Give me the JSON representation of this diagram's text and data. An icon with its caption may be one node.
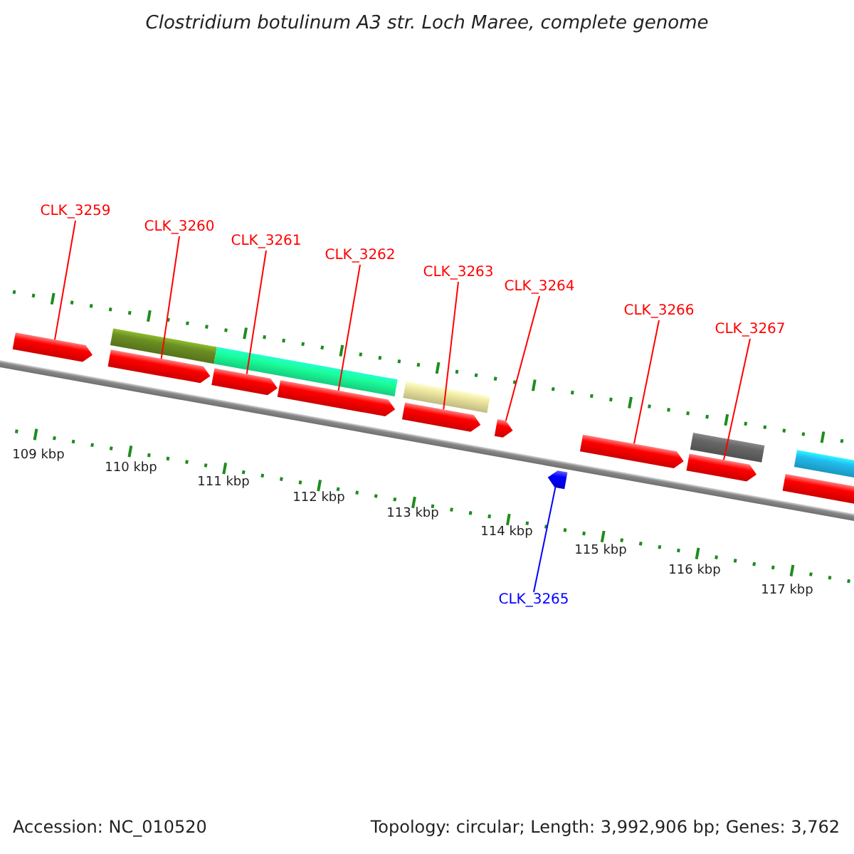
{
  "diagram": {
    "title": "Clostridium botulinum A3 str. Loch Maree, complete genome",
    "nodes": [
      {
        "text": [
          "CLK_3259"
        ]
      },
      {
        "text": [
          "CLK_3260"
        ]
      },
      {
        "text": [
          "CLK_3261"
        ]
      },
      {
        "text": [
          "CLK_3262"
        ]
      },
      {
        "text": [
          "CLK_3263"
        ]
      },
      {
        "text": [
          "CLK_3264"
        ]
      },
      {
        "text": [
          "CLK_3266"
        ]
      },
      {
        "text": [
          "CLK_3267"
        ]
      },
      {
        "text": [
          "CLK_3265"
        ]
      },
      {
        "text": [],
        "shape": "arrow"
      },
      {
        "text": [],
        "shape": "arrow"
      },
      {
        "text": [],
        "shape": "arrow"
      },
      {
        "text": [],
        "shape": "arrow"
      },
      {
        "text": [],
        "shape": "arrow"
      },
      {
        "text": [],
        "shape": "arrow"
      },
      {
        "text": [],
        "shape": "arrow"
      },
      {
        "text": [],
        "shape": "arrow"
      },
      {
        "text": [],
        "shape": "arrow"
      },
      {
        "text": [],
        "shape": "bar"
      },
      {
        "text": [],
        "shape": "bar"
      },
      {
        "text": [],
        "shape": "bar"
      },
      {
        "text": [],
        "shape": "bar"
      },
      {
        "text": [],
        "shape": "bar"
      },
      {
        "text": [],
        "shape": "bar"
      }
    ],
    "edges": [
      {
        "from": 0,
        "to": 9,
        "arrow": "none",
        "color": "#ff0000"
      },
      {
        "from": 1,
        "to": 10,
        "arrow": "none",
        "color": "#ff0000"
      },
      {
        "from": 2,
        "to": 11,
        "arrow": "none",
        "color": "#ff0000"
      },
      {
        "from": 3,
        "to": 12,
        "arrow": "none",
        "color": "#ff0000"
      },
      {
        "from": 4,
        "to": 13,
        "arrow": "none",
        "color": "#ff0000"
      },
      {
        "from": 5,
        "to": 14,
        "arrow": "none",
        "color": "#ff0000"
      },
      {
        "from": 6,
        "to": 15,
        "arrow": "none",
        "color": "#ff0000"
      },
      {
        "from": 7,
        "to": 16,
        "arrow": "none",
        "color": "#ff0000"
      },
      {
        "from": 8,
        "to": 17,
        "arrow": "none",
        "color": "#0000ff"
      }
    ],
    "labels": [
      "109 kbp",
      "110 kbp",
      "111 kbp",
      "112 kbp",
      "113 kbp",
      "114 kbp",
      "115 kbp",
      "116 kbp",
      "117 kbp",
      "Accession: NC_010520",
      "Topology: circular; Length: 3,992,906 bp; Genes: 3,762"
    ]
  }
}
